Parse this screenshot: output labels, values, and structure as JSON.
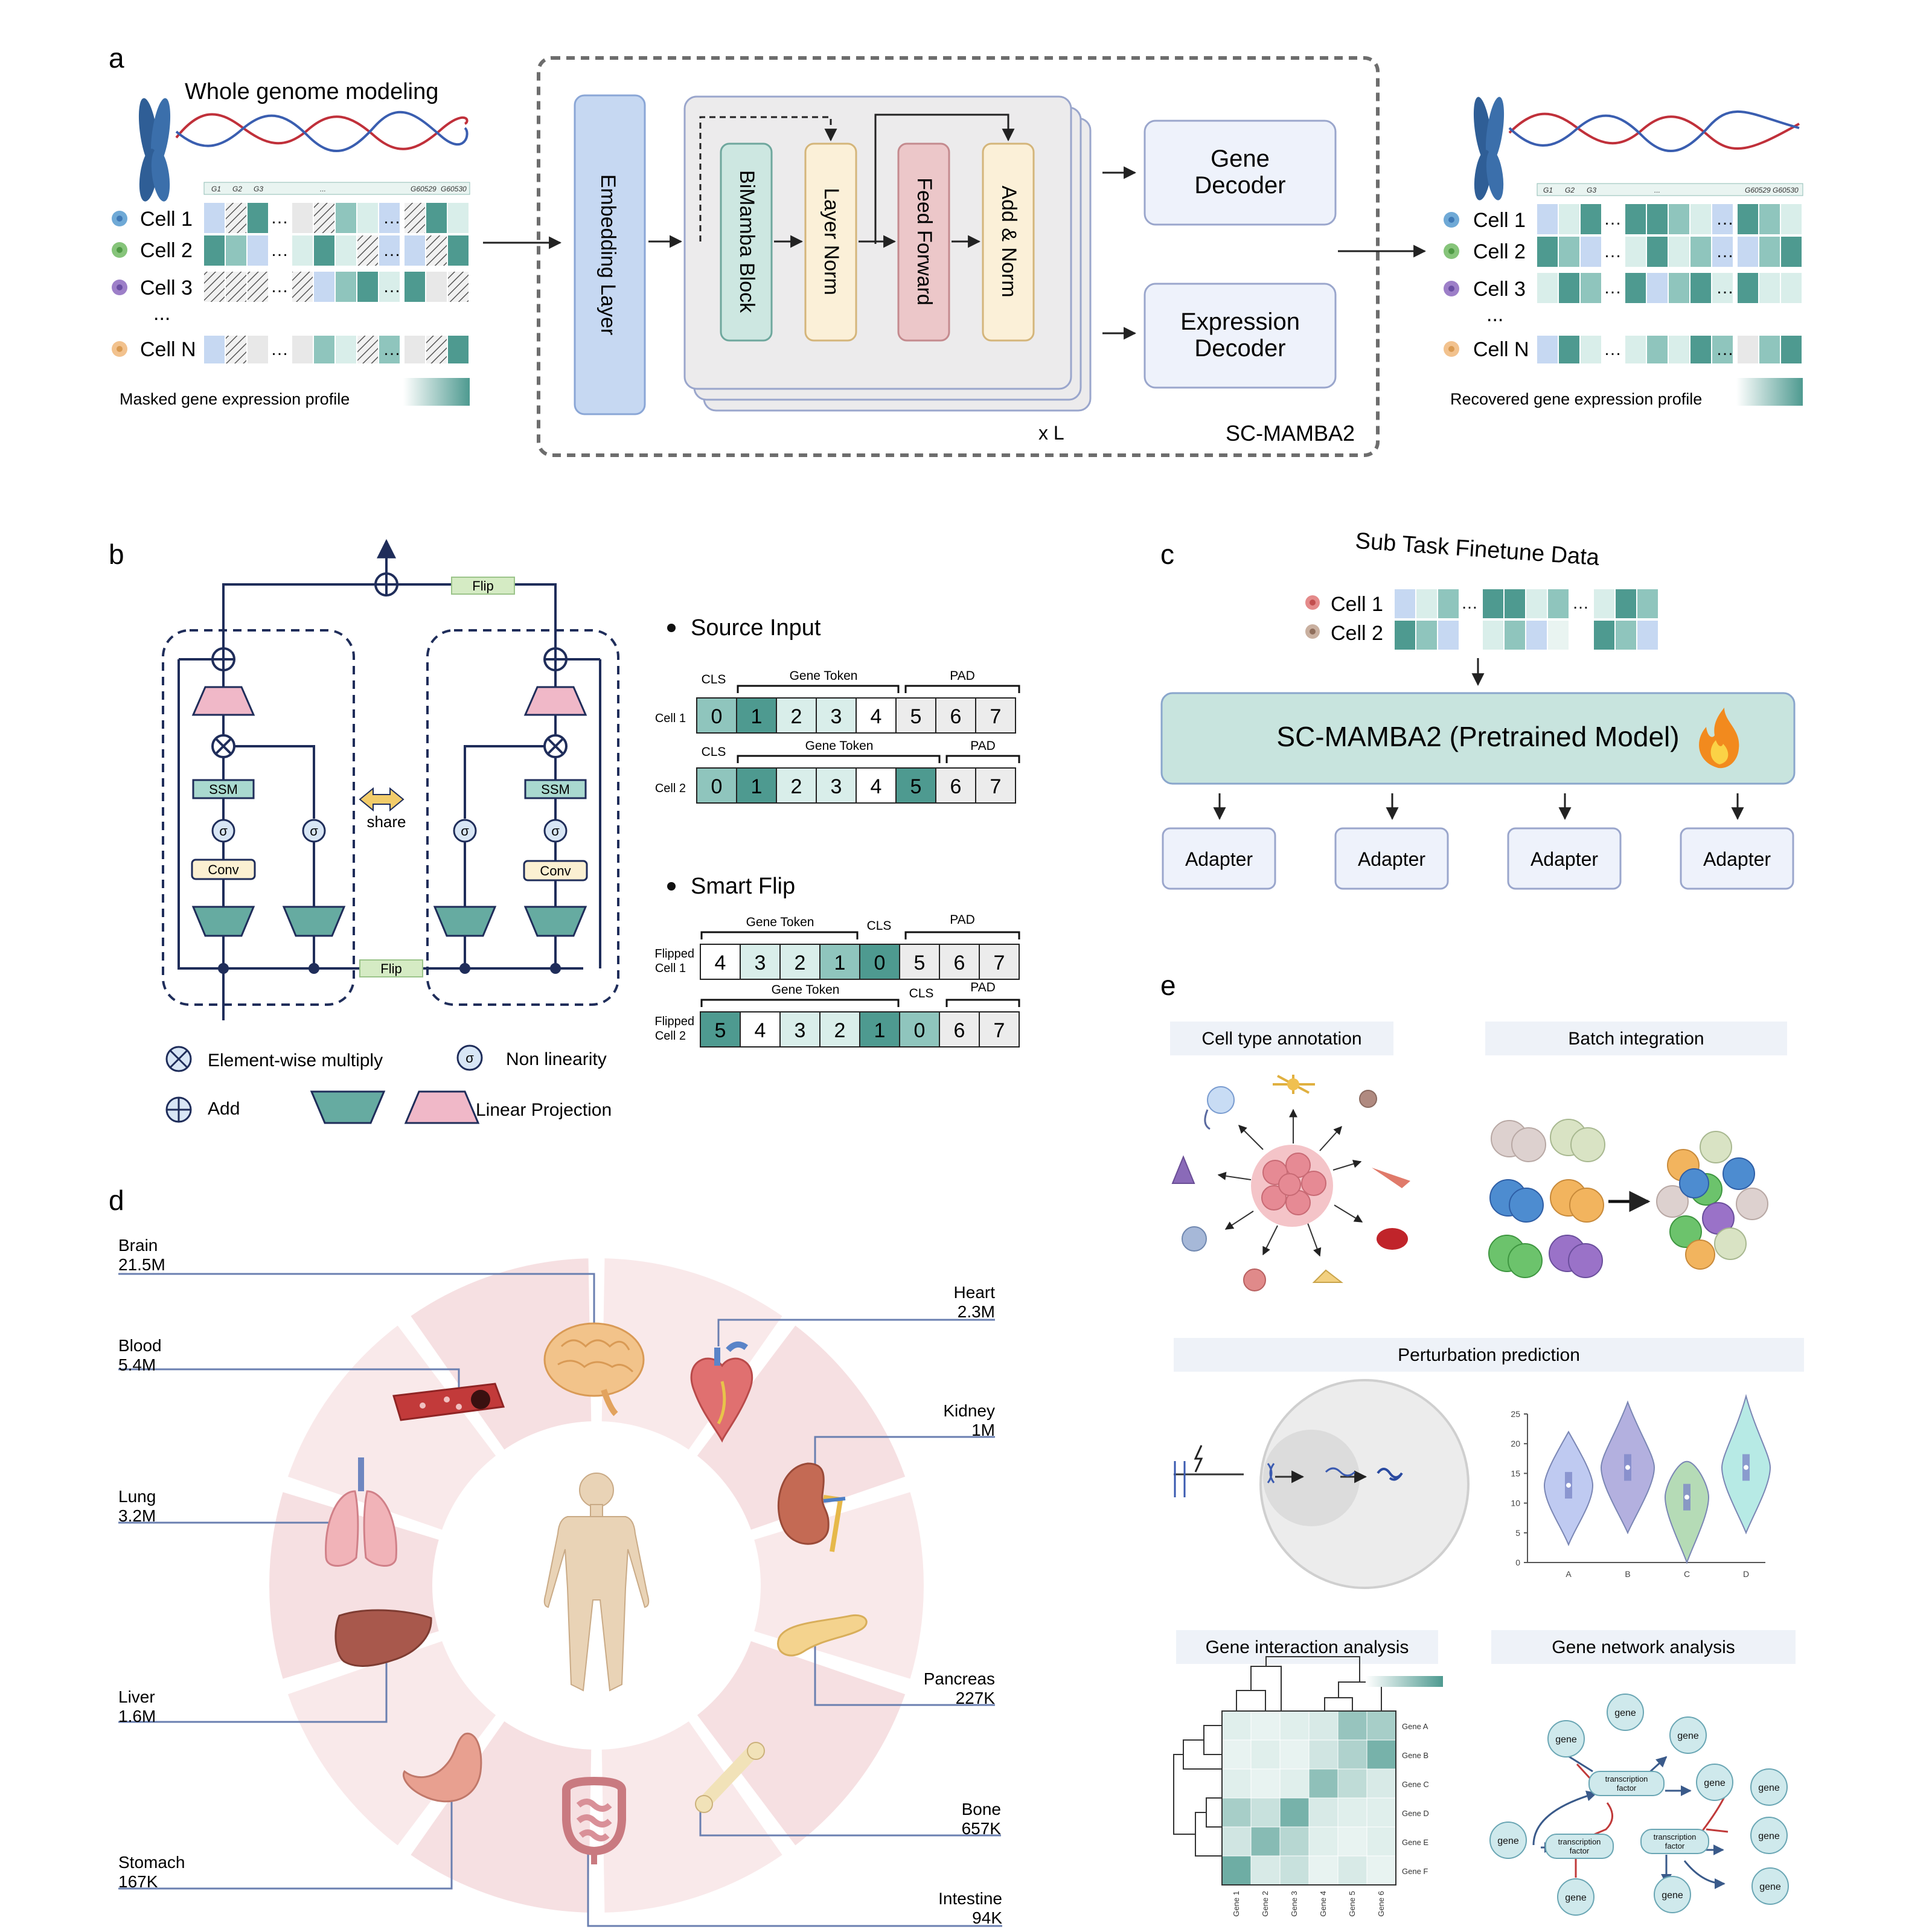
{
  "panel_labels": {
    "a": "a",
    "b": "b",
    "c": "c",
    "d": "d",
    "e": "e"
  },
  "panel_a": {
    "title": "Whole genome modeling",
    "gene_headers_left": [
      "G1",
      "G2",
      "G3",
      "...",
      "G60529",
      "G60530"
    ],
    "cells": [
      "Cell 1",
      "Cell 2",
      "Cell 3",
      "...",
      "Cell N"
    ],
    "masked_caption": "Masked gene expression profile",
    "embedding": "Embedding Layer",
    "blocks": [
      "BiMamba Block",
      "Layer Norm",
      "Feed Forward",
      "Add & Norm"
    ],
    "repeat": "x L",
    "model_name": "SC-MAMBA2",
    "gene_decoder": [
      "Gene",
      "Decoder"
    ],
    "expr_decoder": [
      "Expression",
      "Decoder"
    ],
    "recovered_caption": "Recovered gene expression profile"
  },
  "panel_b": {
    "flip_top": "Flip",
    "flip_bottom": "Flip",
    "share": "share",
    "ssm": "SSM",
    "conv": "Conv",
    "sigma": "σ",
    "legend": {
      "multiply": "Element-wise multiply",
      "nonlin": "Non linearity",
      "add": "Add",
      "linear": "Linear Projection"
    },
    "source_title": "Source Input",
    "smart_title": "Smart Flip",
    "cls": "CLS",
    "gene_token": "Gene Token",
    "pad": "PAD",
    "row_labels": {
      "cell1": "Cell 1",
      "cell2": "Cell 2",
      "fcell1": [
        "Flipped",
        "Cell 1"
      ],
      "fcell2": [
        "Flipped",
        "Cell 2"
      ]
    },
    "source_cell1": [
      "0",
      "1",
      "2",
      "3",
      "4",
      "5",
      "6",
      "7"
    ],
    "source_cell2": [
      "0",
      "1",
      "2",
      "3",
      "4",
      "5",
      "6",
      "7"
    ],
    "flip_cell1": [
      "4",
      "3",
      "2",
      "1",
      "0",
      "5",
      "6",
      "7"
    ],
    "flip_cell2": [
      "5",
      "4",
      "3",
      "2",
      "1",
      "0",
      "6",
      "7"
    ]
  },
  "panel_c": {
    "title": "Sub Task Finetune Data",
    "cells": [
      "Cell 1",
      "Cell 2"
    ],
    "pretrained": "SC-MAMBA2 (Pretrained Model)",
    "adapters": [
      "Adapter",
      "Adapter",
      "Adapter",
      "Adapter"
    ]
  },
  "panel_d": {
    "organs": [
      {
        "name": "Brain",
        "count": "21.5M"
      },
      {
        "name": "Blood",
        "count": "5.4M"
      },
      {
        "name": "Lung",
        "count": "3.2M"
      },
      {
        "name": "Liver",
        "count": "1.6M"
      },
      {
        "name": "Stomach",
        "count": "167K"
      },
      {
        "name": "Heart",
        "count": "2.3M"
      },
      {
        "name": "Kidney",
        "count": "1M"
      },
      {
        "name": "Pancreas",
        "count": "227K"
      },
      {
        "name": "Bone",
        "count": "657K"
      },
      {
        "name": "Intestine",
        "count": "94K"
      }
    ]
  },
  "panel_e": {
    "tasks": [
      "Cell type annotation",
      "Batch integration",
      "Perturbation prediction",
      "Gene interaction analysis",
      "Gene network analysis"
    ],
    "violin": {
      "categories": [
        "A",
        "B",
        "C",
        "D"
      ],
      "medians": [
        13,
        16,
        11,
        16
      ],
      "y_ticks": [
        "0",
        "5",
        "10",
        "15",
        "20",
        "25"
      ],
      "colors": [
        "#a9b8ec",
        "#9a95d4",
        "#9ccf9e",
        "#9fe3dc"
      ]
    },
    "heatmap": {
      "rows": [
        "Gene A",
        "Gene B",
        "Gene C",
        "Gene D",
        "Gene E",
        "Gene F"
      ],
      "cols": [
        "Gene 1",
        "Gene 2",
        "Gene 3",
        "Gene 4",
        "Gene 5",
        "Gene 6"
      ],
      "values": [
        [
          0.1,
          0.05,
          0.1,
          0.15,
          0.55,
          0.45
        ],
        [
          0.05,
          0.1,
          0.05,
          0.2,
          0.4,
          0.75
        ],
        [
          0.1,
          0.05,
          0.1,
          0.6,
          0.3,
          0.15
        ],
        [
          0.45,
          0.25,
          0.75,
          0.15,
          0.1,
          0.1
        ],
        [
          0.2,
          0.65,
          0.35,
          0.1,
          0.05,
          0.1
        ],
        [
          0.8,
          0.15,
          0.25,
          0.05,
          0.15,
          0.05
        ]
      ]
    },
    "network": {
      "gene": "gene",
      "tf": [
        "transcription",
        "factor"
      ]
    }
  },
  "colors": {
    "teal_dark": "#4e9a90",
    "teal_mid": "#8fc5bd",
    "teal_light": "#d9eeea",
    "blue_light": "#c6d8f2",
    "block_bg": "#ecebec",
    "accent_blue": "#2a3a6a"
  }
}
